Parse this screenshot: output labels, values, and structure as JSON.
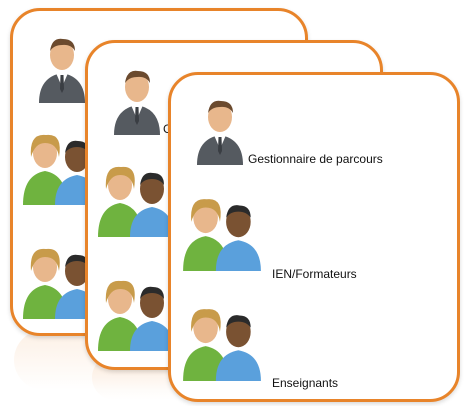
{
  "colors": {
    "card_border": "#e8842a",
    "suit": "#555a60",
    "suit_dark": "#3a3e43",
    "skin": "#e8b78c",
    "hair_brown": "#6b4a2e",
    "hair_blonde": "#c89b4a",
    "shirt_green": "#6fb33f",
    "shirt_blue": "#5aa0dc",
    "skin_dark": "#7a5232"
  },
  "icons": {
    "manager": "businessman-icon",
    "group": "user-group-icon"
  },
  "front_card": {
    "manager_label": "Gestionnaire de parcours",
    "trainers_label": "IEN/Formateurs",
    "teachers_label": "Enseignants"
  },
  "middle_card": {
    "manager_label_partial": "G"
  }
}
